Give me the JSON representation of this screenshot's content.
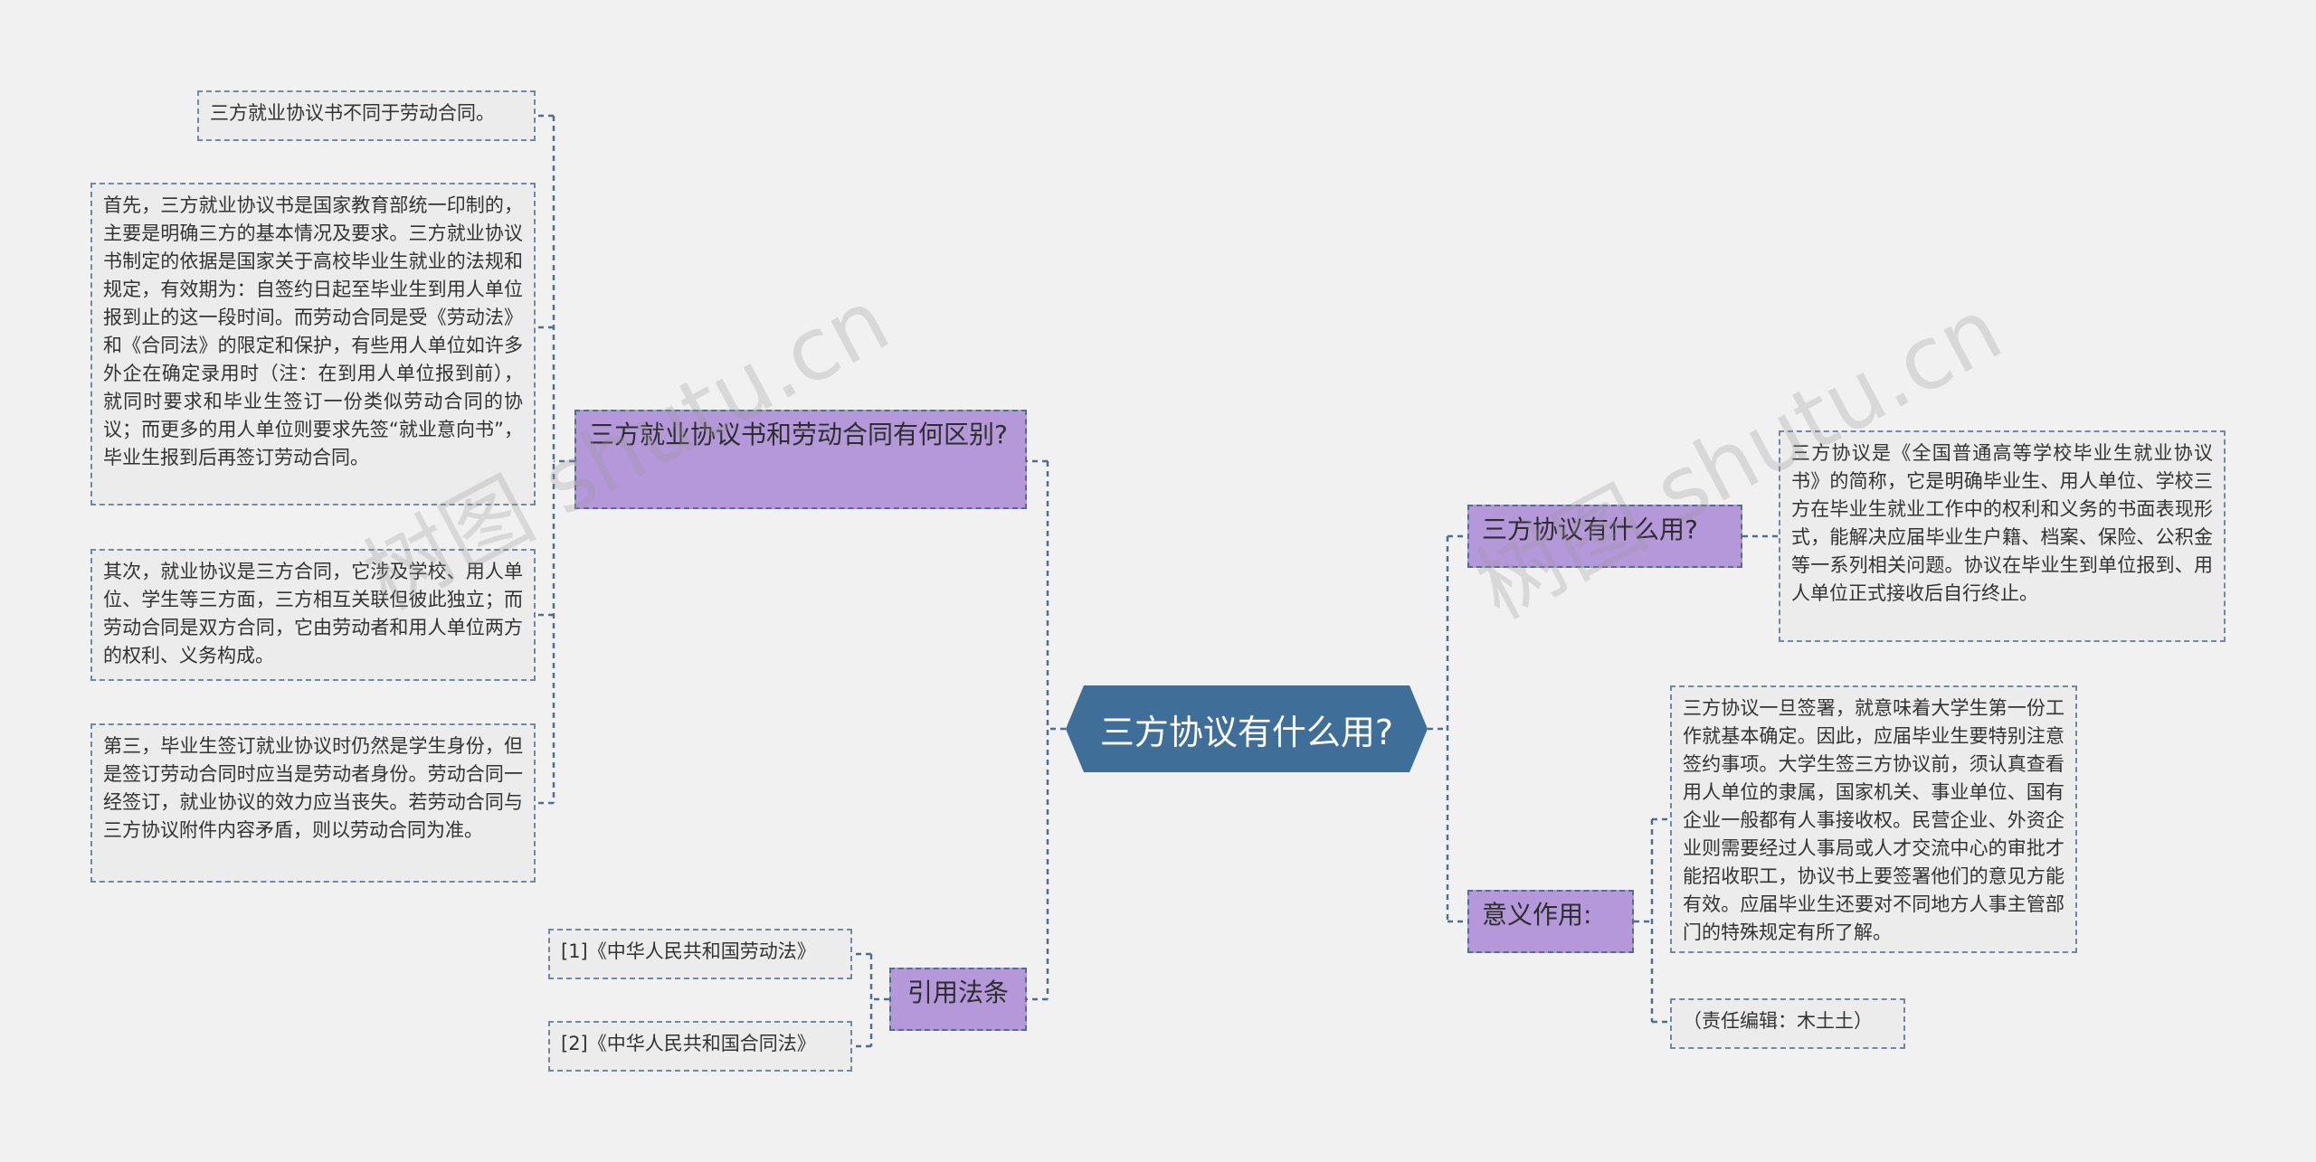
{
  "center": {
    "label": "三方协议有什么用?"
  },
  "branches": {
    "difference": {
      "label": "三方就业协议书和劳动合同有何区别?",
      "leaves": [
        "三方就业协议书不同于劳动合同。",
        "首先，三方就业协议书是国家教育部统一印制的，主要是明确三方的基本情况及要求。三方就业协议书制定的依据是国家关于高校毕业生就业的法规和规定，有效期为：自签约日起至毕业生到用人单位报到止的这一段时间。而劳动合同是受《劳动法》和《合同法》的限定和保护，有些用人单位如许多外企在确定录用时（注：在到用人单位报到前），就同时要求和毕业生签订一份类似劳动合同的协议；而更多的用人单位则要求先签“就业意向书”，毕业生报到后再签订劳动合同。",
        "其次，就业协议是三方合同，它涉及学校、用人单位、学生等三方面，三方相互关联但彼此独立；而劳动合同是双方合同，它由劳动者和用人单位两方的权利、义务构成。",
        "第三，毕业生签订就业协议时仍然是学生身份，但是签订劳动合同时应当是劳动者身份。劳动合同一经签订，就业协议的效力应当丧失。若劳动合同与三方协议附件内容矛盾，则以劳动合同为准。"
      ]
    },
    "laws": {
      "label": "引用法条",
      "leaves": [
        "[1]《中华人民共和国劳动法》",
        "[2]《中华人民共和国合同法》"
      ]
    },
    "use": {
      "label": "三方协议有什么用?",
      "leaves": [
        "三方协议是《全国普通高等学校毕业生就业协议书》的简称，它是明确毕业生、用人单位、学校三方在毕业生就业工作中的权利和义务的书面表现形式，能解决应届毕业生户籍、档案、保险、公积金等一系列相关问题。协议在毕业生到单位报到、用人单位正式接收后自行终止。"
      ]
    },
    "meaning": {
      "label": "意义作用:",
      "leaves": [
        "三方协议一旦签署，就意味着大学生第一份工作就基本确定。因此，应届毕业生要特别注意签约事项。大学生签三方协议前，须认真查看用人单位的隶属，国家机关、事业单位、国有企业一般都有人事接收权。民营企业、外资企业则需要经过人事局或人才交流中心的审批才能招收职工，协议书上要签署他们的意见方能有效。应届毕业生还要对不同地方人事主管部门的特殊规定有所了解。",
        "（责任编辑：木土土）"
      ]
    }
  },
  "watermarks": [
    "树图 shutu.cn",
    "树图 shutu.cn"
  ],
  "colors": {
    "background": "#f1f1f1",
    "center_fill": "#3f6e99",
    "branch_fill": "#b598d9",
    "leaf_fill": "#ececec",
    "connector": "#4e6f92"
  }
}
